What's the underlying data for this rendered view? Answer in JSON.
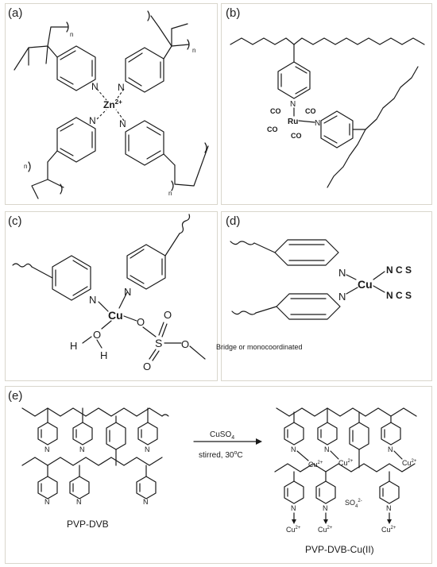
{
  "panels": {
    "a": {
      "label": "(a)",
      "metal": "Zn",
      "metal_charge": "2+",
      "pyridine_n": "N",
      "repeat": "n"
    },
    "b": {
      "label": "(b)",
      "metal": "Ru",
      "ligand": "CO",
      "pyridine_n": "N"
    },
    "c": {
      "label": "(c)",
      "metal": "Cu",
      "pyridine_n": "N",
      "h": "H",
      "o": "O",
      "s": "S"
    },
    "d": {
      "label": "(d)",
      "metal": "Cu",
      "pyridine_n": "N",
      "ncs": "N C S",
      "note": "Bridge or monocoordinated"
    },
    "e": {
      "label": "(e)",
      "reagent": "CuSO",
      "reagent_sub": "4",
      "conditions": "stirred, 30",
      "conditions_sup": "o",
      "conditions_unit": "C",
      "left_name": "PVP-DVB",
      "right_name": "PVP-DVB-Cu(II)",
      "cu": "Cu",
      "cu_charge": "2+",
      "sulfate": "SO",
      "sulfate_sub": "4",
      "sulfate_charge": "2-",
      "pyridine_n": "N"
    }
  }
}
